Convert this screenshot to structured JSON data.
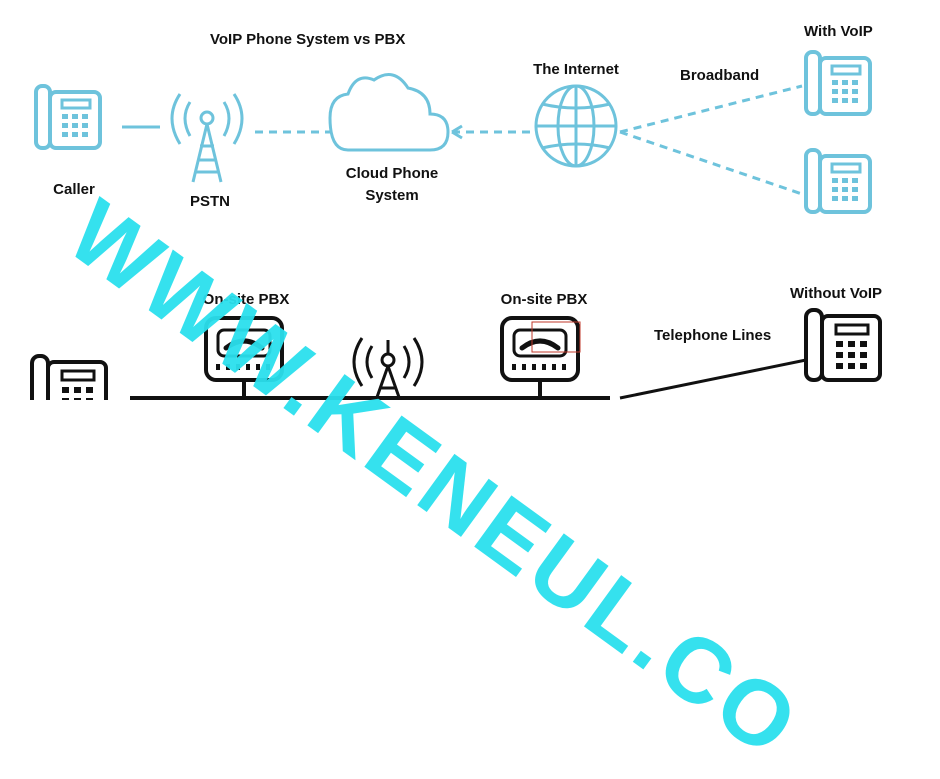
{
  "title": "VoIP Phone System vs PBX",
  "labels": {
    "caller": "Caller",
    "pstn": "PSTN",
    "cloud": "Cloud Phone",
    "cloud_line2": "System",
    "internet": "The Internet",
    "broadband": "Broadband",
    "with_voip": "With VoIP",
    "onsite_pbx_left": "On-site PBX",
    "onsite_pbx_right": "On-site PBX",
    "telephone_lines": "Telephone Lines",
    "without_voip": "Without VoIP"
  },
  "watermark": "WWW.KENEUL.CO",
  "colors": {
    "icon": "#6ec3dc",
    "dashed_line": "#6ec3dc",
    "dark": "#111111",
    "watermark": "#2be0ee"
  },
  "icons": [
    "desk-phone-icon",
    "radio-tower-icon",
    "cloud-icon",
    "globe-icon",
    "desk-phone-icon",
    "desk-phone-icon",
    "pbx-unit-icon",
    "radio-tower-icon",
    "pbx-unit-icon",
    "desk-phone-icon",
    "desk-phone-icon"
  ]
}
